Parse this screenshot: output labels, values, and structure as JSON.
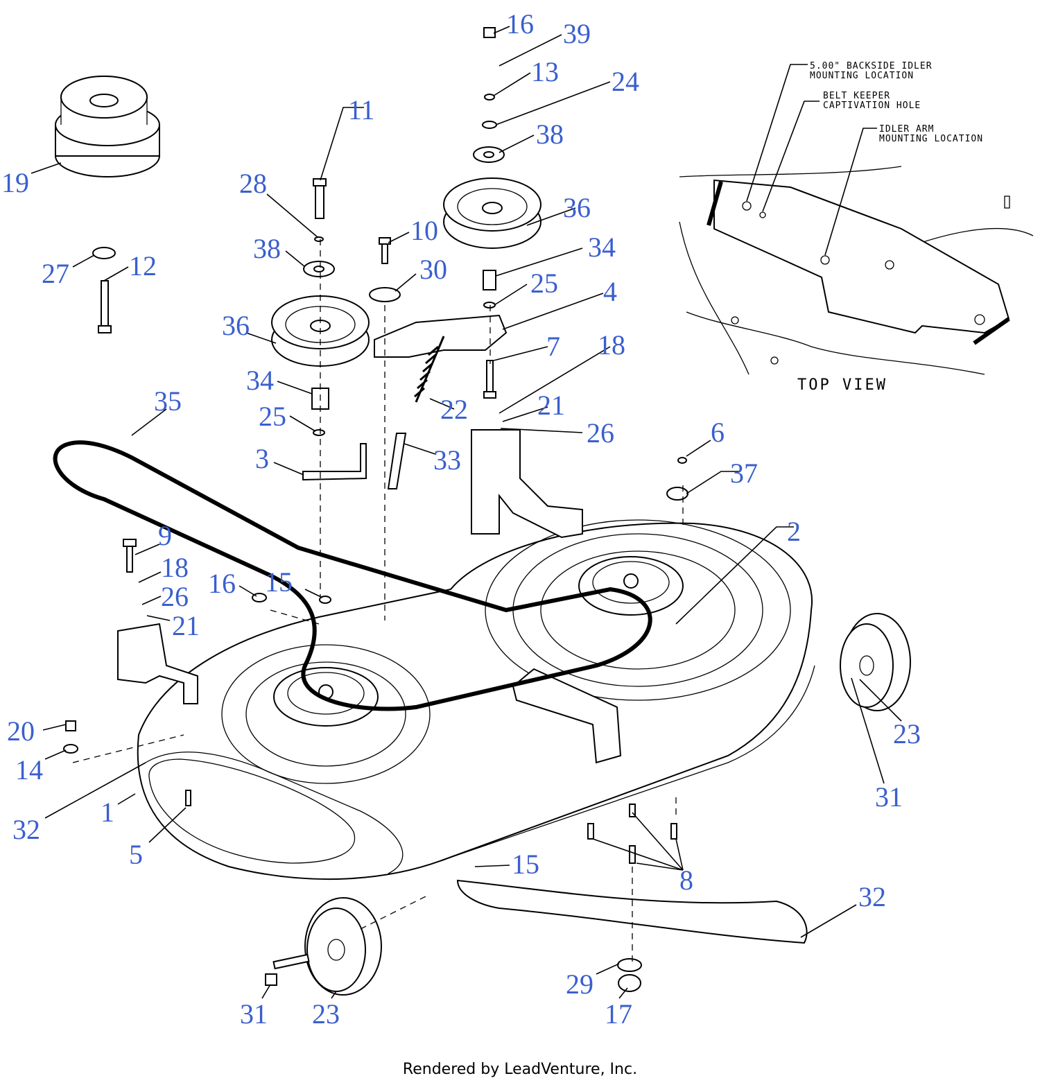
{
  "callouts": [
    {
      "id": "c16a",
      "text": "16"
    },
    {
      "id": "c39",
      "text": "39"
    },
    {
      "id": "c13",
      "text": "13"
    },
    {
      "id": "c24",
      "text": "24"
    },
    {
      "id": "c38a",
      "text": "38"
    },
    {
      "id": "c36a",
      "text": "36"
    },
    {
      "id": "c34a",
      "text": "34"
    },
    {
      "id": "c25a",
      "text": "25"
    },
    {
      "id": "c4",
      "text": "4"
    },
    {
      "id": "c7",
      "text": "7"
    },
    {
      "id": "c18a",
      "text": "18"
    },
    {
      "id": "c21a",
      "text": "21"
    },
    {
      "id": "c26a",
      "text": "26"
    },
    {
      "id": "c11",
      "text": "11"
    },
    {
      "id": "c28",
      "text": "28"
    },
    {
      "id": "c38b",
      "text": "38"
    },
    {
      "id": "c36b",
      "text": "36"
    },
    {
      "id": "c34b",
      "text": "34"
    },
    {
      "id": "c25b",
      "text": "25"
    },
    {
      "id": "c10",
      "text": "10"
    },
    {
      "id": "c30",
      "text": "30"
    },
    {
      "id": "c22",
      "text": "22"
    },
    {
      "id": "c33",
      "text": "33"
    },
    {
      "id": "c3",
      "text": "3"
    },
    {
      "id": "c35",
      "text": "35"
    },
    {
      "id": "c19",
      "text": "19"
    },
    {
      "id": "c27",
      "text": "27"
    },
    {
      "id": "c12",
      "text": "12"
    },
    {
      "id": "c6",
      "text": "6"
    },
    {
      "id": "c37",
      "text": "37"
    },
    {
      "id": "c2",
      "text": "2"
    },
    {
      "id": "c9",
      "text": "9"
    },
    {
      "id": "c18b",
      "text": "18"
    },
    {
      "id": "c26b",
      "text": "26"
    },
    {
      "id": "c21b",
      "text": "21"
    },
    {
      "id": "c16b",
      "text": "16"
    },
    {
      "id": "c15a",
      "text": "15"
    },
    {
      "id": "c20",
      "text": "20"
    },
    {
      "id": "c14",
      "text": "14"
    },
    {
      "id": "c32a",
      "text": "32"
    },
    {
      "id": "c1",
      "text": "1"
    },
    {
      "id": "c5",
      "text": "5"
    },
    {
      "id": "c23a",
      "text": "23"
    },
    {
      "id": "c31a",
      "text": "31"
    },
    {
      "id": "c15b",
      "text": "15"
    },
    {
      "id": "c8",
      "text": "8"
    },
    {
      "id": "c32b",
      "text": "32"
    },
    {
      "id": "c29",
      "text": "29"
    },
    {
      "id": "c17",
      "text": "17"
    },
    {
      "id": "c31b",
      "text": "31"
    },
    {
      "id": "c23b",
      "text": "23"
    }
  ],
  "inset": {
    "label1_line1": "5.00\" BACKSIDE IDLER",
    "label1_line2": "MOUNTING LOCATION",
    "label2_line1": "BELT KEEPER",
    "label2_line2": "CAPTIVATION HOLE",
    "label3_line1": "IDLER ARM",
    "label3_line2": "MOUNTING LOCATION",
    "view_title": "TOP VIEW"
  },
  "footer": "Rendered by LeadVenture, Inc.",
  "colors": {
    "callout": "#3a5fcd",
    "line": "#000000"
  }
}
